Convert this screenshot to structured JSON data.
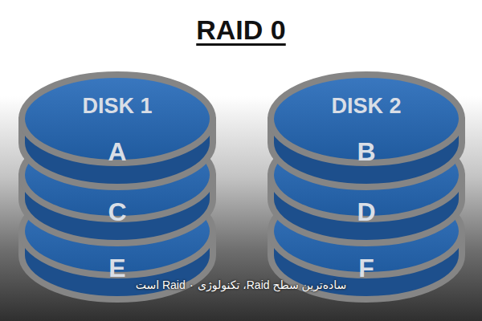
{
  "diagram": {
    "title": "RAID 0",
    "caption": "ساده‌ترین سطح Raid، تکنولوژی Raid ۰ است",
    "nodes": [
      {
        "text": [
          "DISK 1",
          "A",
          "C",
          "E"
        ]
      },
      {
        "text": [
          "DISK 2",
          "B",
          "D",
          "F"
        ]
      }
    ]
  }
}
